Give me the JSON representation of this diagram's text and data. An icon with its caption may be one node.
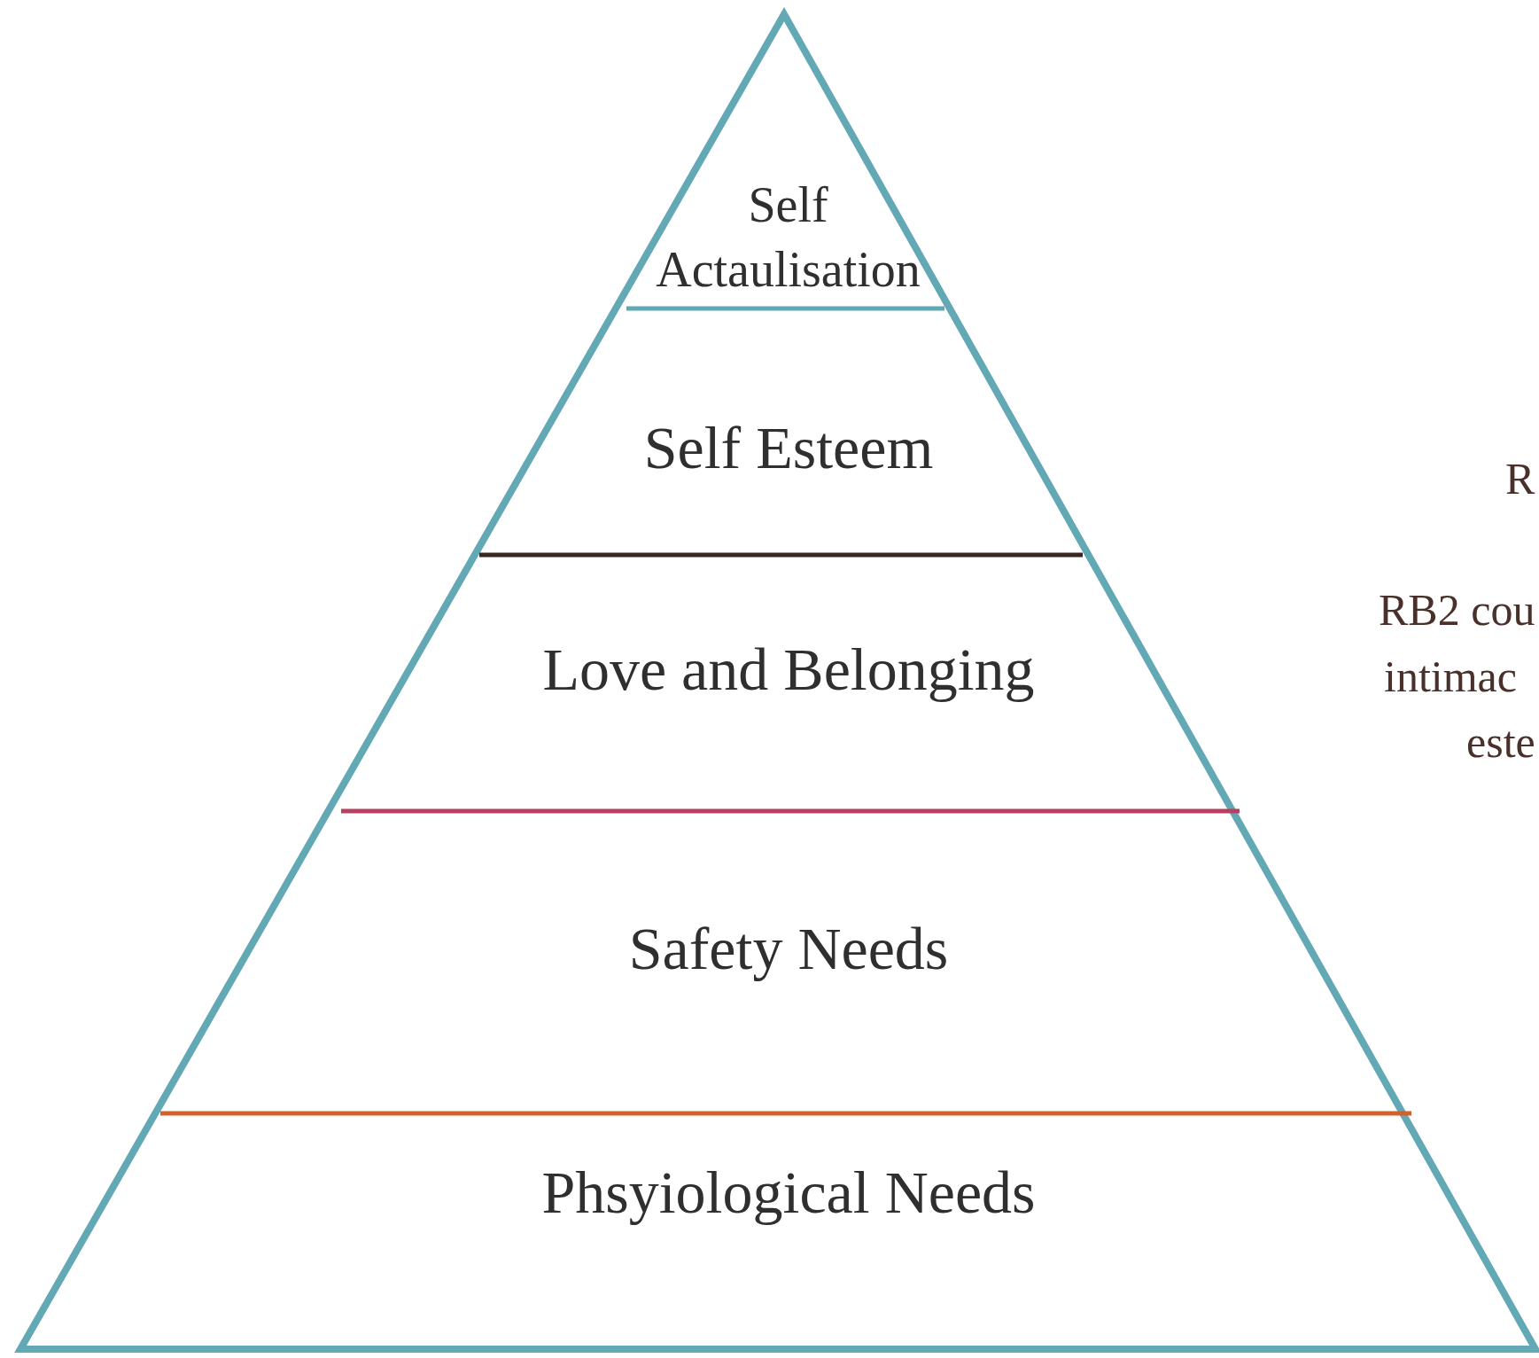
{
  "diagram": {
    "nodes": [
      {
        "text": [
          "Self Actaulisation"
        ]
      },
      {
        "text": [
          "Self Esteem"
        ]
      },
      {
        "text": [
          "Love and Belonging"
        ]
      },
      {
        "text": [
          "Safety Needs"
        ]
      },
      {
        "text": [
          "Phsyiological Needs"
        ]
      }
    ],
    "labels": [
      "R",
      "RB2 cou",
      "intimac",
      "este"
    ]
  }
}
